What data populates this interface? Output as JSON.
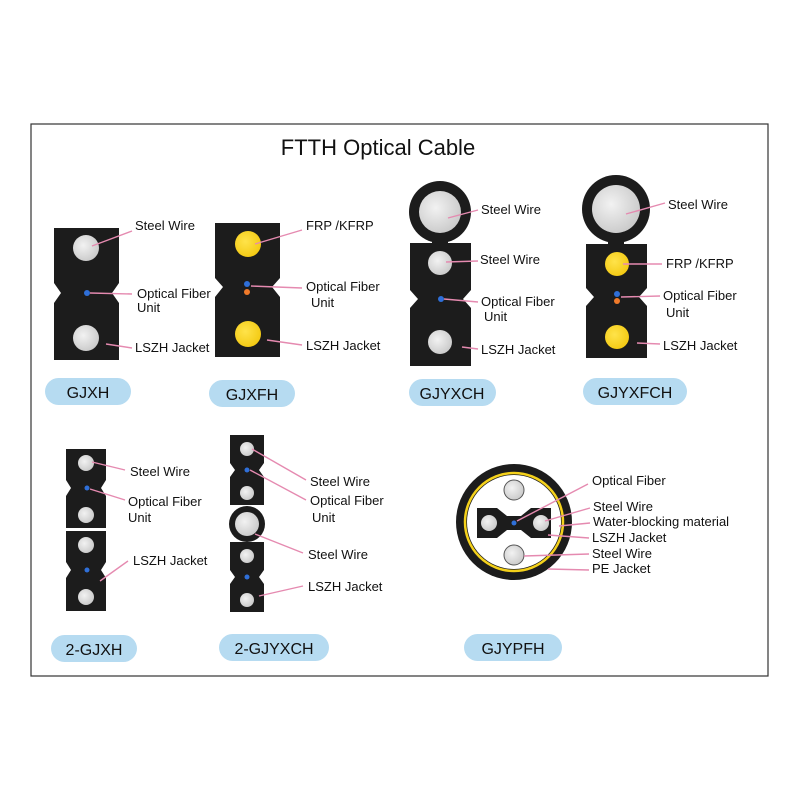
{
  "title": "FTTH Optical Cable",
  "colors": {
    "frame": "#333333",
    "jacket": "#1c1c1c",
    "steel": "#d6d6d6",
    "frp": "#f7d21e",
    "fiber_blue": "#2f6fd8",
    "fiber_orange": "#f07a2a",
    "leader": "#e58ab0",
    "pill": "#b6dbf1",
    "pe_ring": "#f4d11b"
  },
  "cables": {
    "gjxh": {
      "name": "GJXH",
      "labels": {
        "steel": "Steel Wire",
        "fiber1": "Optical Fiber",
        "fiber2": "Unit",
        "jacket": "LSZH Jacket"
      }
    },
    "gjxfh": {
      "name": "GJXFH",
      "labels": {
        "frp": "FRP /KFRP",
        "fiber1": "Optical Fiber",
        "fiber2": "Unit",
        "jacket": "LSZH Jacket"
      }
    },
    "gjyxch": {
      "name": "GJYXCH",
      "labels": {
        "steel_top": "Steel Wire",
        "steel": "Steel Wire",
        "fiber1": "Optical Fiber",
        "fiber2": "Unit",
        "jacket": "LSZH Jacket"
      }
    },
    "gjyxfch": {
      "name": "GJYXFCH",
      "labels": {
        "steel": "Steel Wire",
        "frp": "FRP /KFRP",
        "fiber1": "Optical Fiber",
        "fiber2": "Unit",
        "jacket": "LSZH Jacket"
      }
    },
    "two_gjxh": {
      "name": "2-GJXH",
      "labels": {
        "steel": "Steel Wire",
        "fiber1": "Optical Fiber",
        "fiber2": "Unit",
        "jacket": "LSZH Jacket"
      }
    },
    "two_gjyxch": {
      "name": "2-GJYXCH",
      "labels": {
        "steel": "Steel Wire",
        "fiber1": "Optical Fiber",
        "fiber2": "Unit",
        "steel_mid": "Steel Wire",
        "jacket": "LSZH Jacket"
      }
    },
    "gjypfh": {
      "name": "GJYPFH",
      "labels": {
        "fiber": "Optical Fiber",
        "steel": "Steel Wire",
        "water": "Water-blocking material",
        "lszh": "LSZH Jacket",
        "steel2": "Steel Wire",
        "pe": "PE Jacket"
      }
    }
  }
}
